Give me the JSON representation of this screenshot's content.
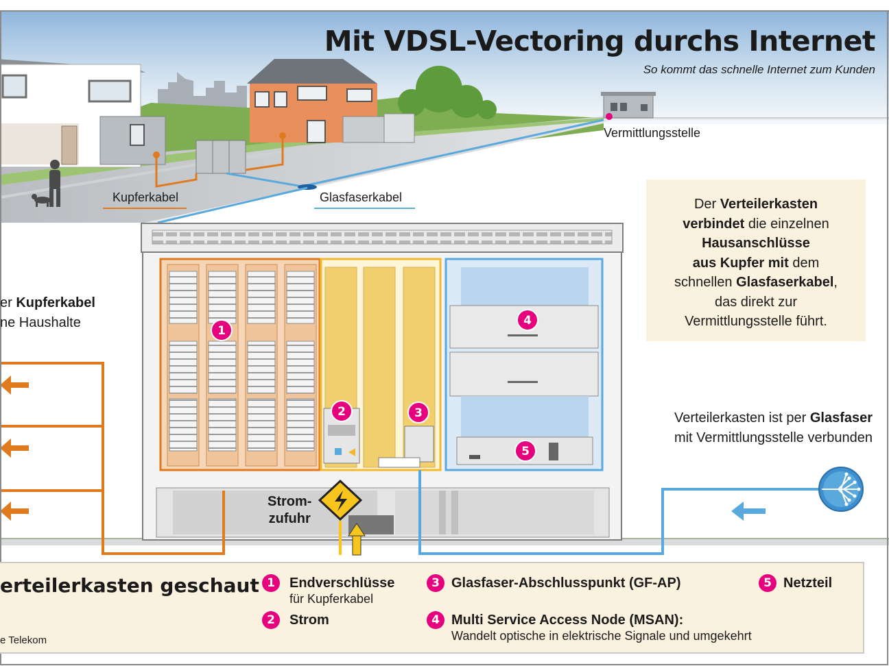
{
  "header": {
    "title": "Mit VDSL-Vectoring durchs Internet",
    "subtitle": "So kommt das schnelle Internet zum Kunden"
  },
  "street_labels": {
    "copper": "Kupferkabel",
    "fiber": "Glasfaserkabel",
    "exchange": "Vermittlungsstelle"
  },
  "info_box": {
    "lines": [
      [
        "Der ",
        "Verteilerkasten"
      ],
      [
        "verbindet",
        " die einzelnen"
      ],
      [
        "Hausanschlüsse"
      ],
      [
        "aus Kupfer mit",
        " dem"
      ],
      [
        "schnellen ",
        "Glasfaserkabel",
        ","
      ],
      [
        "das direkt zur"
      ],
      [
        "Vermittlungsstelle führt."
      ]
    ],
    "l1a": "Der ",
    "l1b": "Verteilerkasten",
    "l2a": "verbindet",
    "l2b": " die einzelnen",
    "l3": "Hausanschlüsse",
    "l4a": "aus Kupfer mit",
    "l4b": " dem",
    "l5a": "schnellen ",
    "l5b": "Glasfaserkabel",
    "l5c": ",",
    "l6": "das direkt zur",
    "l7": "Vermittlungsstelle führt."
  },
  "left_note": {
    "line1_a": "er ",
    "line1_b": "Kupferkabel",
    "line2": "ne Haushalte"
  },
  "right_note": {
    "line1_a": "Verteilerkasten ist per ",
    "line1_b": "Glasfaser",
    "line2": "mit Vermittlungsstelle verbunden"
  },
  "power_label": {
    "line1": "Strom-",
    "line2": "zufuhr"
  },
  "cabinet_badges": [
    "1",
    "2",
    "3",
    "4",
    "5"
  ],
  "legend": {
    "heading": "erteilerkasten geschaut",
    "source": "e Telekom",
    "items": [
      {
        "num": "1",
        "label": "Endverschlüsse",
        "sub": "für Kupferkabel"
      },
      {
        "num": "2",
        "label": "Strom",
        "sub": ""
      },
      {
        "num": "3",
        "label": "Glasfaser-Abschlusspunkt (GF-AP)",
        "sub": ""
      },
      {
        "num": "4",
        "label": "Multi Service Access Node (MSAN):",
        "sub": "Wandelt optische in elektrische Signale und umgekehrt"
      },
      {
        "num": "5",
        "label": "Netzteil",
        "sub": ""
      }
    ]
  },
  "colors": {
    "copper": "#e07a1f",
    "fiber": "#5aa9dd",
    "badge": "#e6007e",
    "power_panel": "#f2cf6e",
    "msan_panel": "#b9d6ee",
    "info_bg": "#fbf1df",
    "sky": "#a9c9e6"
  }
}
